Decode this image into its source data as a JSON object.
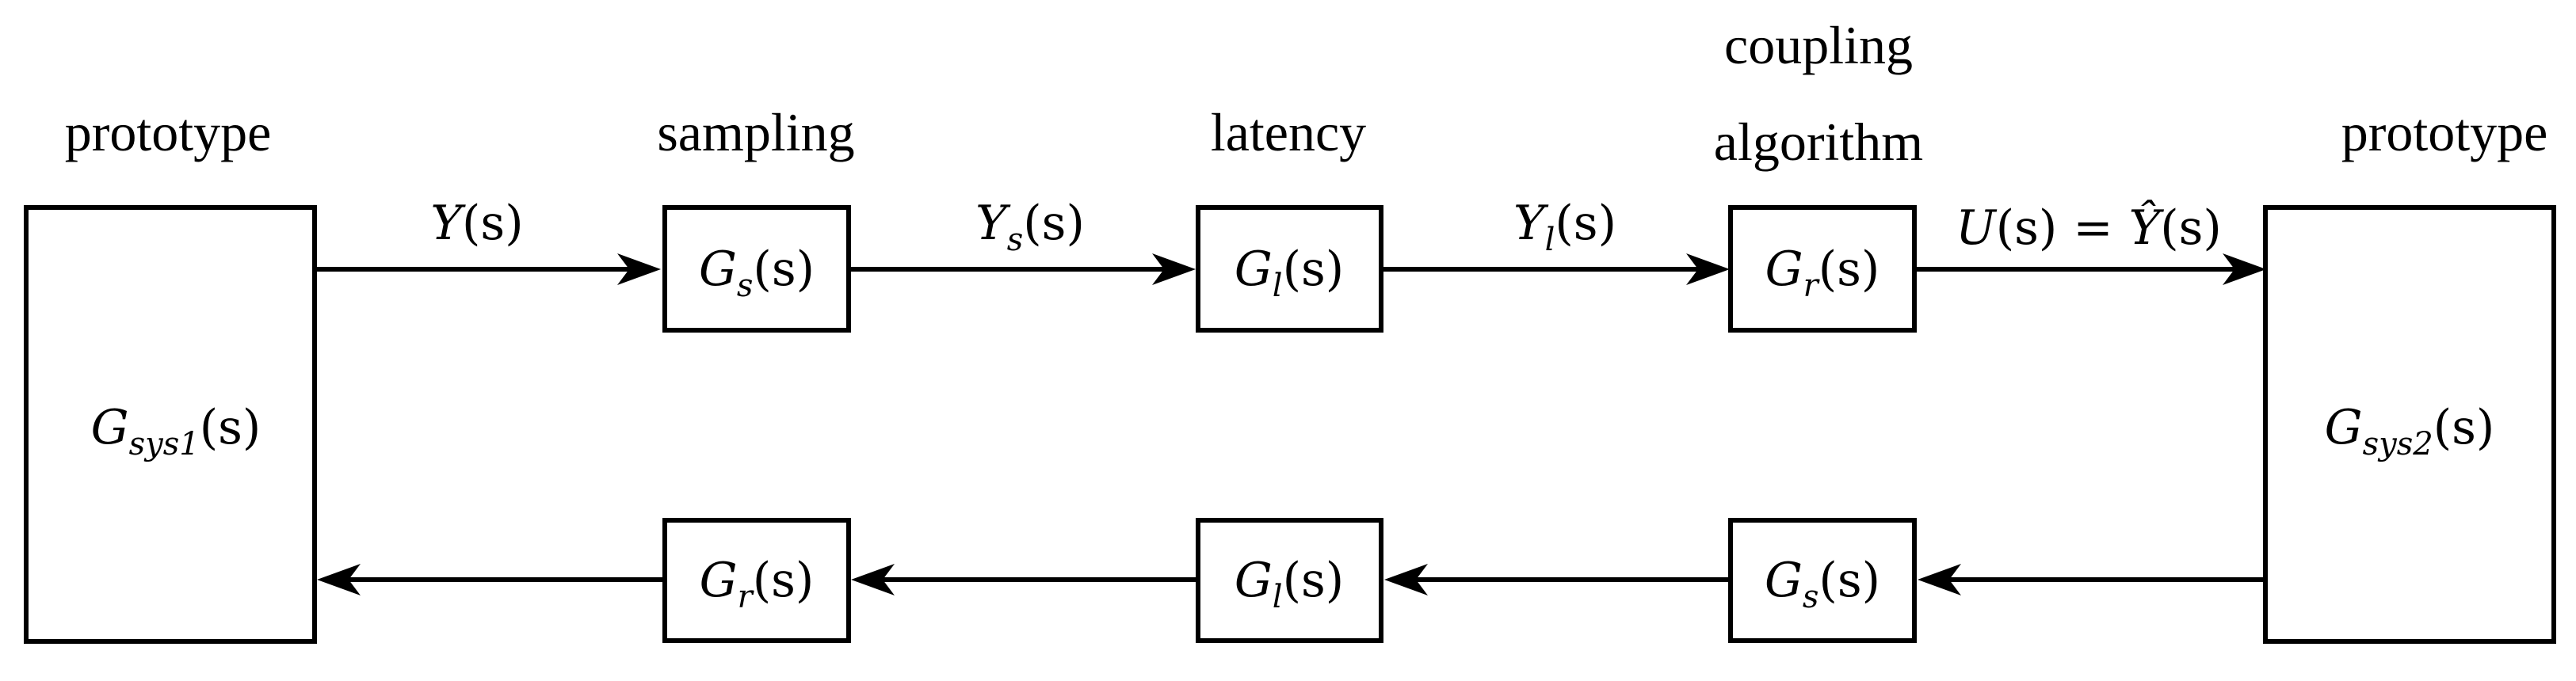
{
  "nodes": {
    "prototype_left": {
      "caption": "prototype",
      "symbol": "G",
      "subscript": "sys1",
      "argument": "(s)"
    },
    "prototype_right": {
      "caption": "prototype",
      "symbol": "G",
      "subscript": "sys2",
      "argument": "(s)"
    },
    "sampling_forward": {
      "caption": "sampling",
      "symbol": "G",
      "subscript": "s",
      "argument": "(s)"
    },
    "latency_forward": {
      "caption": "latency",
      "symbol": "G",
      "subscript": "l",
      "argument": "(s)"
    },
    "coupling_forward": {
      "caption_line1": "coupling",
      "caption_line2": "algorithm",
      "symbol": "G",
      "subscript": "r",
      "argument": "(s)"
    },
    "coupling_return": {
      "symbol": "G",
      "subscript": "r",
      "argument": "(s)"
    },
    "latency_return": {
      "symbol": "G",
      "subscript": "l",
      "argument": "(s)"
    },
    "sampling_return": {
      "symbol": "G",
      "subscript": "s",
      "argument": "(s)"
    }
  },
  "signals": {
    "y": {
      "symbol": "Y",
      "argument": "(s)"
    },
    "ys": {
      "symbol": "Y",
      "subscript": "s",
      "argument": "(s)"
    },
    "yl": {
      "symbol": "Y",
      "subscript": "l",
      "argument": "(s)"
    },
    "u": {
      "lhs": "U",
      "lhs_argument": "(s)",
      "equals": "=",
      "rhs": "Ŷ",
      "rhs_argument": "(s)"
    }
  }
}
